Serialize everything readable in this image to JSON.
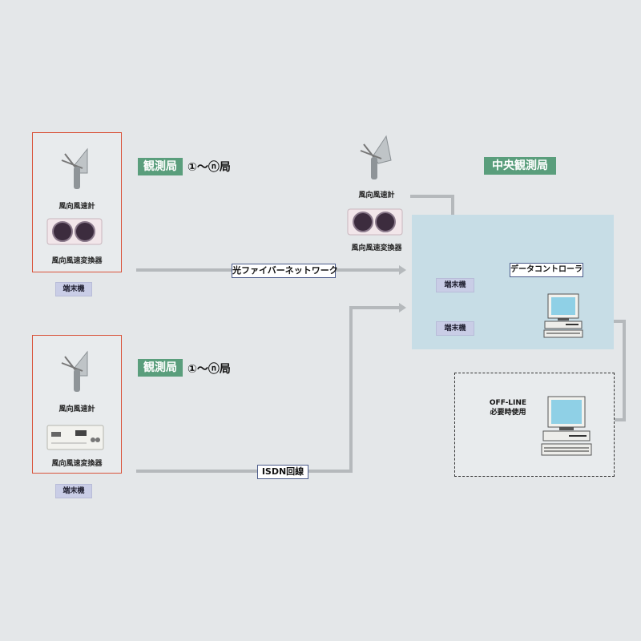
{
  "station_a": {
    "anemometer_label": "風向風速計",
    "converter_label": "風向風速変換器",
    "terminal_label": "端末機"
  },
  "station_b": {
    "anemometer_label": "風向風速計",
    "converter_label": "風向風速変換器",
    "terminal_label": "端末機"
  },
  "station_heading_1": {
    "badge": "観測局",
    "range": "①〜ⓝ局"
  },
  "station_heading_2": {
    "badge": "観測局",
    "range": "①〜ⓝ局"
  },
  "center_station": {
    "badge": "中央観測局",
    "anemometer_label": "風向風速計",
    "converter_label": "風向風速変換器",
    "controller_label": "データコントローラ",
    "terminal_1_label": "端末機",
    "terminal_2_label": "端末機"
  },
  "networks": {
    "fiber": "光ファイバーネットワーク",
    "isdn": "ISDN回線"
  },
  "offline": {
    "line1": "OFF-LINE",
    "line2": "必要時使用"
  },
  "colors": {
    "background": "#e4e7e9",
    "station_border": "#d9533a",
    "green_badge": "#5a9e7c",
    "terminal_tag": "#c9cde6",
    "center_area": "#c7dde6",
    "connector": "#b5b9bc"
  }
}
